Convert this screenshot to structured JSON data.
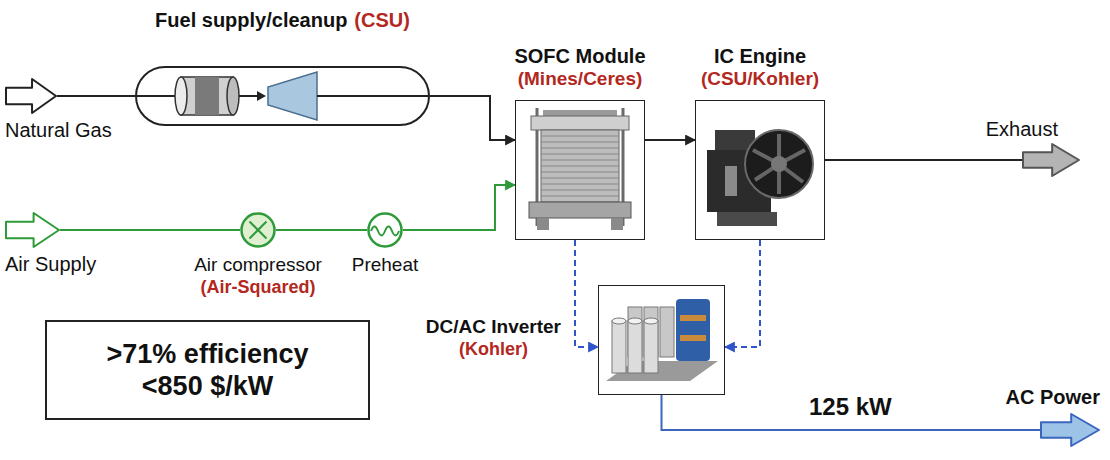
{
  "diagram": {
    "nodes": [
      {
        "text": [
          "Fuel supply/cleanup",
          "(CSU)"
        ]
      },
      {
        "text": [
          "Natural Gas"
        ]
      },
      {
        "text": [
          "SOFC Module",
          "(Mines/Ceres)"
        ]
      },
      {
        "text": [
          "IC Engine",
          "(CSU/Kohler)"
        ]
      },
      {
        "text": [
          "Exhaust"
        ]
      },
      {
        "text": [
          "Air Supply"
        ]
      },
      {
        "text": [
          "Air compressor",
          "(Air-Squared)"
        ]
      },
      {
        "text": [
          "Preheat"
        ]
      },
      {
        "text": [
          ">71% efficiency",
          "<850 $/kW"
        ]
      },
      {
        "text": [
          "DC/AC Inverter",
          "(Kohler)"
        ]
      },
      {
        "text": [
          "AC Power"
        ]
      }
    ],
    "edges": [
      {
        "from": 1,
        "to": 0,
        "arrow": "none"
      },
      {
        "from": 0,
        "to": 2,
        "arrow": "to"
      },
      {
        "from": 5,
        "to": 6,
        "arrow": "none"
      },
      {
        "from": 6,
        "to": 7,
        "arrow": "none"
      },
      {
        "from": 7,
        "to": 2,
        "arrow": "to"
      },
      {
        "from": 2,
        "to": 3,
        "arrow": "to"
      },
      {
        "from": 3,
        "to": 4,
        "arrow": "none"
      },
      {
        "from": 2,
        "to": 9,
        "arrow": "to"
      },
      {
        "from": 3,
        "to": 9,
        "arrow": "to"
      },
      {
        "from": 9,
        "to": 10,
        "arrow": "none",
        "label": "125 kW"
      }
    ]
  }
}
